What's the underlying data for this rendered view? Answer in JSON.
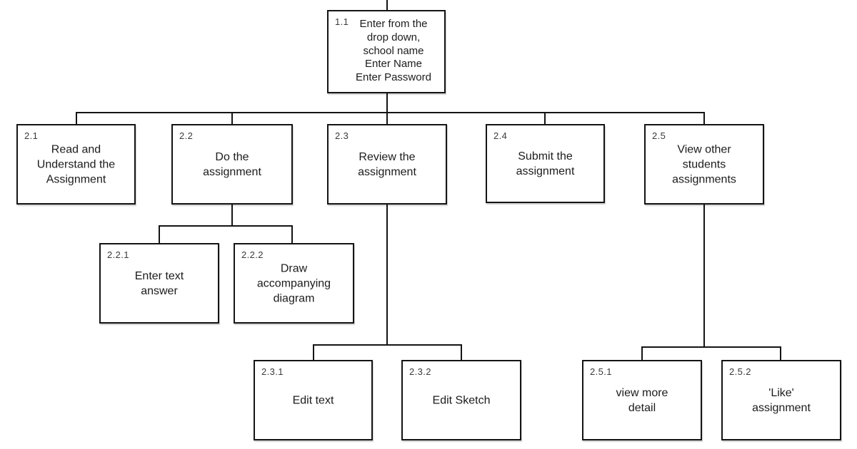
{
  "diagram": {
    "type": "hierarchical-task-analysis-tree",
    "colors": {
      "background": "#ffffff",
      "box_fill": "#ffffff",
      "box_border": "#141414",
      "connector_line": "#141414",
      "label_text": "#1c1c1c",
      "number_text": "#3a3a3a"
    },
    "nodes": [
      {
        "number": "1.1",
        "label": "Enter from the\ndrop down,\nschool name\nEnter Name\nEnter Password"
      },
      {
        "number": "2.1",
        "label": "Read and\nUnderstand the\nAssignment"
      },
      {
        "number": "2.2",
        "label": "Do the\nassignment"
      },
      {
        "number": "2.3",
        "label": "Review the\nassignment"
      },
      {
        "number": "2.4",
        "label": "Submit the\nassignment"
      },
      {
        "number": "2.5",
        "label": "View other\nstudents\nassignments"
      },
      {
        "number": "2.2.1",
        "label": "Enter text\nanswer"
      },
      {
        "number": "2.2.2",
        "label": "Draw\naccompanying\ndiagram"
      },
      {
        "number": "2.3.1",
        "label": "Edit text"
      },
      {
        "number": "2.3.2",
        "label": "Edit Sketch"
      },
      {
        "number": "2.5.1",
        "label": "view more\ndetail"
      },
      {
        "number": "2.5.2",
        "label": "'Like'\nassignment"
      }
    ],
    "edges": [
      {
        "from": "1.1",
        "to": [
          "2.1",
          "2.2",
          "2.3",
          "2.4",
          "2.5"
        ]
      },
      {
        "from": "2.2",
        "to": [
          "2.2.1",
          "2.2.2"
        ]
      },
      {
        "from": "2.3",
        "to": [
          "2.3.1",
          "2.3.2"
        ]
      },
      {
        "from": "2.5",
        "to": [
          "2.5.1",
          "2.5.2"
        ]
      }
    ]
  }
}
